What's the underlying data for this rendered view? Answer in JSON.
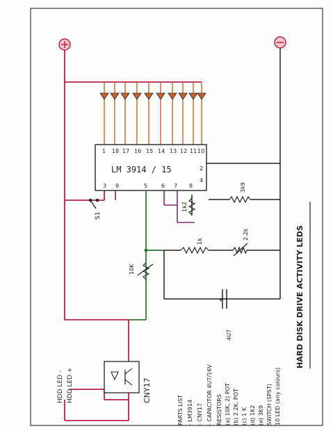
{
  "title": "HARD DISK DRIVE ACTIVITY LEDS",
  "chip": {
    "name": "LM 3914 / 15",
    "pins_top": [
      "1",
      "18",
      "17",
      "16",
      "15",
      "14",
      "13",
      "12",
      "11",
      "10"
    ],
    "pins_bottom": [
      "3",
      "9",
      "5",
      "6",
      "7",
      "8"
    ],
    "pins_right": [
      "2",
      "4"
    ]
  },
  "components": {
    "switch": "S1",
    "pot": "10K",
    "r_1k": "1k",
    "r_2k": "2.2k",
    "r_3k9": "3k9",
    "r_1k2": "1k2",
    "cap": "4U7",
    "cap_plus": "+",
    "optocoupler": "CNY17",
    "hdd_led_plus": "HDD LED +",
    "hdd_led_minus": "HDD LED -"
  },
  "parts_list": {
    "heading": "PARTS LIST",
    "lines": [
      "- LM3914",
      "- CNY17",
      "- CAPACITOR 4U7/16V",
      "RESISTORS",
      "(a) 10K, 2) POT",
      "(b) 2.2K, POT",
      "(c) 1 K",
      "(d) 1K2",
      "(e) 3K9",
      "SWITCH (SPST)",
      "10 LED (any colours)"
    ]
  },
  "colors": {
    "red_wire": "#b8204a",
    "orange_wire": "#c8642a",
    "green_wire": "#2f7a32",
    "purple_wire": "#7a2b78",
    "ink": "#222222",
    "border": "#333333"
  }
}
